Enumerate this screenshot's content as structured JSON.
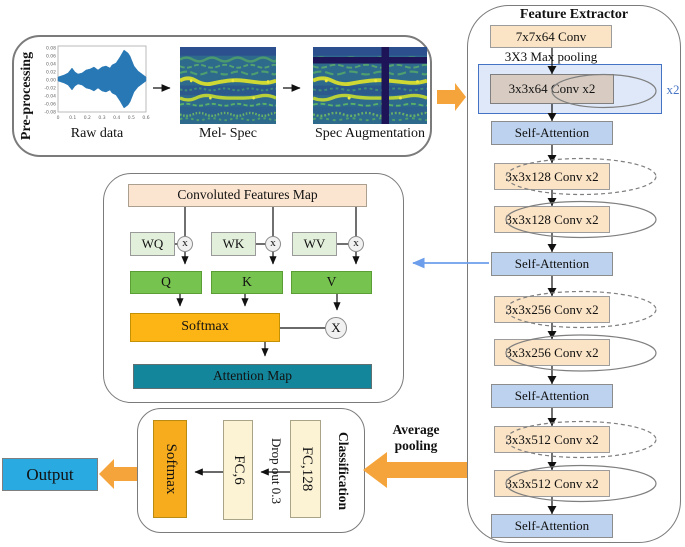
{
  "preprocessing": {
    "label": "Pre-processing",
    "raw_data_label": "Raw data",
    "mel_spec_label": "Mel- Spec",
    "spec_aug_label": "Spec Augmentation",
    "raw_plot": {
      "y_ticks": [
        "0.08",
        "0.06",
        "0.04",
        "0.02",
        "0.00",
        "-0.02",
        "-0.04",
        "-0.06",
        "-0.08"
      ],
      "x_ticks": [
        "0",
        "0.1",
        "0.2",
        "0.3",
        "0.4",
        "0.5",
        "0.6"
      ]
    }
  },
  "feature_extractor": {
    "title": "Feature Extractor",
    "conv7x7": "7x7x64 Conv",
    "max_pooling": "3X3 Max pooling",
    "conv64": "3x3x64 Conv x2",
    "repeat_badge": "x2",
    "self_attention": "Self-Attention",
    "conv128": "3x3x128 Conv x2",
    "conv256": "3x3x256 Conv x2",
    "conv512": "3x3x512 Conv x2"
  },
  "attention_module": {
    "features_map": "Convoluted Features Map",
    "wq": "WQ",
    "wk": "WK",
    "wv": "WV",
    "q": "Q",
    "k": "K",
    "v": "V",
    "softmax": "Softmax",
    "multiply": "x",
    "multiply_out": "X",
    "attention_map": "Attention Map"
  },
  "classification": {
    "label": "Classification",
    "fc128": "FC,128",
    "dropout": "Drop out 0.3",
    "fc6": "FC,6",
    "softmax": "Softmax",
    "average_pooling": "Average pooling"
  },
  "output": {
    "label": "Output"
  },
  "colors": {
    "orange_arrow": "#F5A43B",
    "blue_arrow": "#6D9EEB",
    "highlight_border": "#4472C4",
    "conv_tan": "#FBE3C5",
    "self_attention_blue": "#BCD2EE",
    "qkv_green": "#77C34F",
    "w_green": "#E2EFDA",
    "softmax_orange": "#FDB515",
    "attention_teal": "#13869B",
    "output_cyan": "#29ABE2",
    "waveform_blue": "#2878B5"
  }
}
